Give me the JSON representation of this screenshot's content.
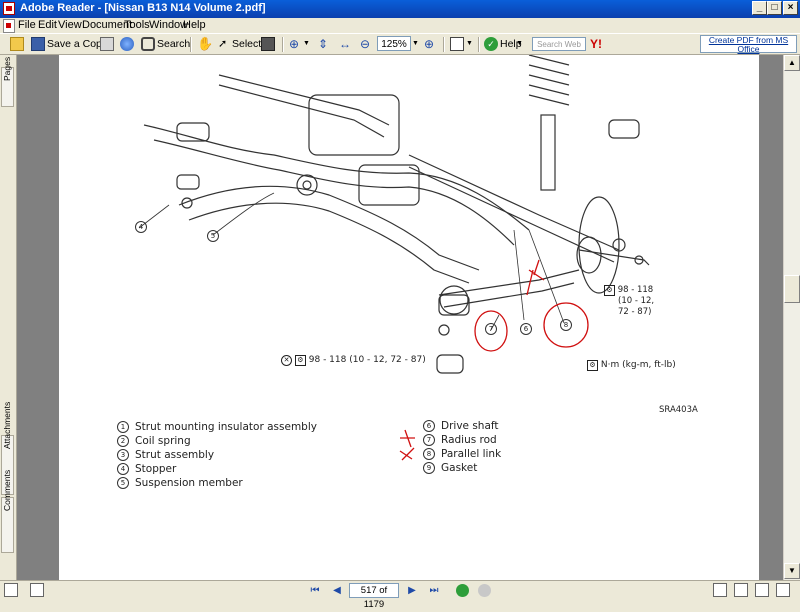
{
  "window": {
    "title": "Adobe Reader - [Nissan B13 N14 Volume 2.pdf]",
    "min_label": "_",
    "max_label": "□",
    "close_label": "×"
  },
  "menu": [
    "File",
    "Edit",
    "View",
    "Document",
    "Tools",
    "Window",
    "Help"
  ],
  "toolbar": {
    "save_copy": "Save a Copy",
    "search": "Search",
    "select": "Select",
    "zoom": "125%",
    "help": "Help",
    "search_web_placeholder": "Search Web",
    "create_pdf": "Create PDF from MS Office"
  },
  "sidepanel": {
    "pages": "Pages",
    "attachments": "Attachments",
    "comments": "Comments"
  },
  "document": {
    "torque_main": "98 - 118 (10 - 12, 72 - 87)",
    "torque_side": [
      "98 - 118",
      "(10 - 12,",
      "72 - 87)"
    ],
    "units": "N·m (kg-m, ft-lb)",
    "figure_code": "SRA403A",
    "callouts": [
      "4",
      "5",
      "7",
      "6",
      "8"
    ],
    "legend_left": [
      {
        "n": "1",
        "text": "Strut mounting insulator assembly"
      },
      {
        "n": "2",
        "text": "Coil spring"
      },
      {
        "n": "3",
        "text": "Strut assembly"
      },
      {
        "n": "4",
        "text": "Stopper"
      },
      {
        "n": "5",
        "text": "Suspension member"
      }
    ],
    "legend_right": [
      {
        "n": "6",
        "text": "Drive shaft"
      },
      {
        "n": "7",
        "text": "Radius rod"
      },
      {
        "n": "8",
        "text": "Parallel link"
      },
      {
        "n": "9",
        "text": "Gasket"
      }
    ]
  },
  "statusbar": {
    "page": "517 of 1179"
  },
  "colors": {
    "titlebar": "#0b3fae",
    "annotation_red": "#d01010",
    "doc_bg": "#808080"
  }
}
